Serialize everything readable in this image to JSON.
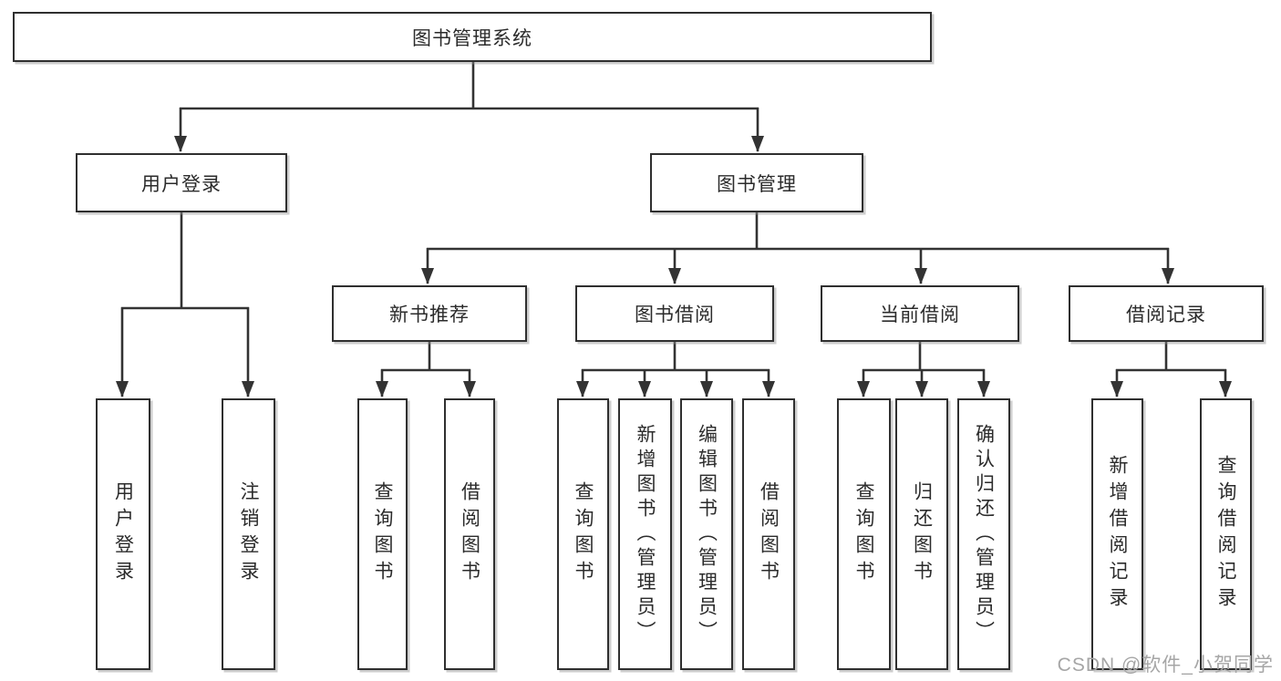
{
  "diagram": {
    "type": "hierarchy-tree",
    "title": "图书管理系统",
    "colors": {
      "line": "#333333",
      "box_border": "#2f2f2f",
      "text": "#2b2b2b",
      "watermark": "#a6a6a6",
      "background": "#ffffff"
    },
    "root": {
      "id": "library-management-system",
      "label": "图书管理系统"
    },
    "level2": [
      {
        "id": "user-login",
        "label": "用户登录",
        "parent": "library-management-system"
      },
      {
        "id": "book-management",
        "label": "图书管理",
        "parent": "library-management-system"
      }
    ],
    "level3": [
      {
        "id": "new-book-recommend",
        "label": "新书推荐",
        "parent": "book-management"
      },
      {
        "id": "book-borrowing",
        "label": "图书借阅",
        "parent": "book-management"
      },
      {
        "id": "current-borrowing",
        "label": "当前借阅",
        "parent": "book-management"
      },
      {
        "id": "borrowing-records",
        "label": "借阅记录",
        "parent": "book-management"
      }
    ],
    "leaves": [
      {
        "id": "leaf-user-login",
        "label": "用户登录",
        "parent": "user-login"
      },
      {
        "id": "leaf-logout",
        "label": "注销登录",
        "parent": "user-login"
      },
      {
        "id": "leaf-query-book-recommend",
        "label": "查询图书",
        "parent": "new-book-recommend"
      },
      {
        "id": "leaf-borrow-book-recommend",
        "label": "借阅图书",
        "parent": "new-book-recommend"
      },
      {
        "id": "leaf-query-book-borrowing",
        "label": "查询图书",
        "parent": "book-borrowing"
      },
      {
        "id": "leaf-add-book-admin",
        "label": "新增图书（管理员）",
        "parent": "book-borrowing"
      },
      {
        "id": "leaf-edit-book-admin",
        "label": "编辑图书（管理员）",
        "parent": "book-borrowing"
      },
      {
        "id": "leaf-borrow-book",
        "label": "借阅图书",
        "parent": "book-borrowing"
      },
      {
        "id": "leaf-query-book-current",
        "label": "查询图书",
        "parent": "current-borrowing"
      },
      {
        "id": "leaf-return-book",
        "label": "归还图书",
        "parent": "current-borrowing"
      },
      {
        "id": "leaf-confirm-return-admin",
        "label": "确认归还（管理员）",
        "parent": "current-borrowing"
      },
      {
        "id": "leaf-add-borrow-record",
        "label": "新增借阅记录",
        "parent": "borrowing-records"
      },
      {
        "id": "leaf-query-borrow-record",
        "label": "查询借阅记录",
        "parent": "borrowing-records"
      }
    ],
    "watermark": "CSDN @软件_小贺同学"
  }
}
